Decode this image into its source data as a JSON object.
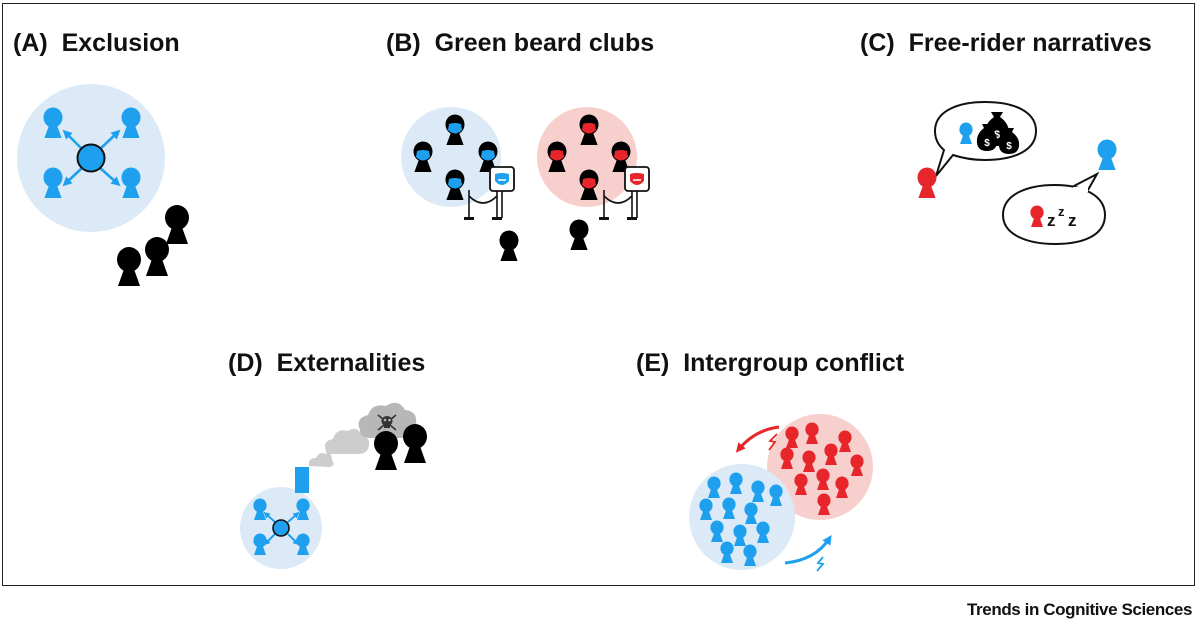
{
  "panels": [
    {
      "id": "A",
      "title": "(A)  Exclusion"
    },
    {
      "id": "B",
      "title": "(B)  Green beard clubs"
    },
    {
      "id": "C",
      "title": "(C)  Free-rider narratives"
    },
    {
      "id": "D",
      "title": "(D)  Externalities"
    },
    {
      "id": "E",
      "title": "(E)  Intergroup conflict"
    }
  ],
  "credit": "Trends in Cognitive Sciences",
  "colors": {
    "blue": "#1ea0ef",
    "red": "#e6262b",
    "black": "#000000",
    "blue_zone": "#dbeaf6",
    "red_zone": "#f7d0cd",
    "cloud": "#cdcdcd",
    "cloud_dark": "#b7b7b7"
  },
  "icons": [
    "person-icon",
    "speech-bubble-icon",
    "money-bag-icon",
    "sign-icon",
    "cloud-icon",
    "skull-icon",
    "chimney-icon",
    "arrow-icon",
    "lightning-icon"
  ]
}
